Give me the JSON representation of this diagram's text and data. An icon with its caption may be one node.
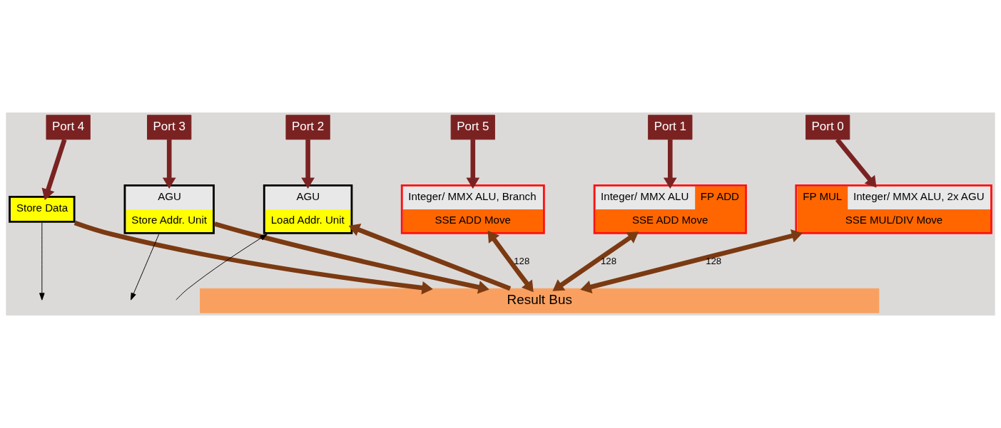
{
  "diagram": {
    "nodes": [
      {
        "text": [
          "Port 4"
        ]
      },
      {
        "text": [
          "Port 3"
        ]
      },
      {
        "text": [
          "Port 2"
        ]
      },
      {
        "text": [
          "Port 5"
        ]
      },
      {
        "text": [
          "Port 1"
        ]
      },
      {
        "text": [
          "Port 0"
        ]
      },
      {
        "text": [
          "Store Data"
        ]
      },
      {
        "text": [
          "AGU",
          "Store Addr. Unit"
        ]
      },
      {
        "text": [
          "AGU",
          "Load Addr. Unit"
        ]
      },
      {
        "text": [
          "Integer/ MMX ALU, Branch",
          "SSE ADD Move"
        ]
      },
      {
        "text": [
          "Integer/ MMX ALU",
          "FP ADD",
          "SSE ADD Move"
        ]
      },
      {
        "text": [
          "FP MUL",
          "Integer/ MMX ALU, 2x AGU",
          "SSE MUL/DIV Move"
        ]
      },
      {
        "text": [
          "Result Bus"
        ]
      }
    ],
    "edges": [
      {
        "from": 0,
        "to": 6,
        "arrow": "to",
        "color": "#7a2222"
      },
      {
        "from": 1,
        "to": 7,
        "arrow": "to",
        "color": "#7a2222"
      },
      {
        "from": 2,
        "to": 8,
        "arrow": "to",
        "color": "#7a2222"
      },
      {
        "from": 3,
        "to": 9,
        "arrow": "to",
        "color": "#7a2222"
      },
      {
        "from": 4,
        "to": 10,
        "arrow": "to",
        "color": "#7a2222"
      },
      {
        "from": 5,
        "to": 11,
        "arrow": "to",
        "color": "#7a2222"
      },
      {
        "from": 6,
        "to": 12,
        "arrow": "to",
        "color": "#7b3a12"
      },
      {
        "from": 7,
        "to": 12,
        "arrow": "to",
        "color": "#7b3a12"
      },
      {
        "from": 12,
        "to": 8,
        "arrow": "to",
        "color": "#7b3a12"
      },
      {
        "from": 9,
        "to": 12,
        "arrow": "both",
        "label": "128",
        "color": "#7b3a12"
      },
      {
        "from": 10,
        "to": 12,
        "arrow": "both",
        "label": "128",
        "color": "#7b3a12"
      },
      {
        "from": 11,
        "to": 12,
        "arrow": "both",
        "label": "128",
        "color": "#7b3a12"
      },
      {
        "from": 6,
        "to": null,
        "arrow": "to",
        "color": "#000000"
      },
      {
        "from": 7,
        "to": null,
        "arrow": "to",
        "color": "#000000"
      },
      {
        "from": null,
        "to": 8,
        "arrow": "to",
        "color": "#000000"
      }
    ]
  }
}
